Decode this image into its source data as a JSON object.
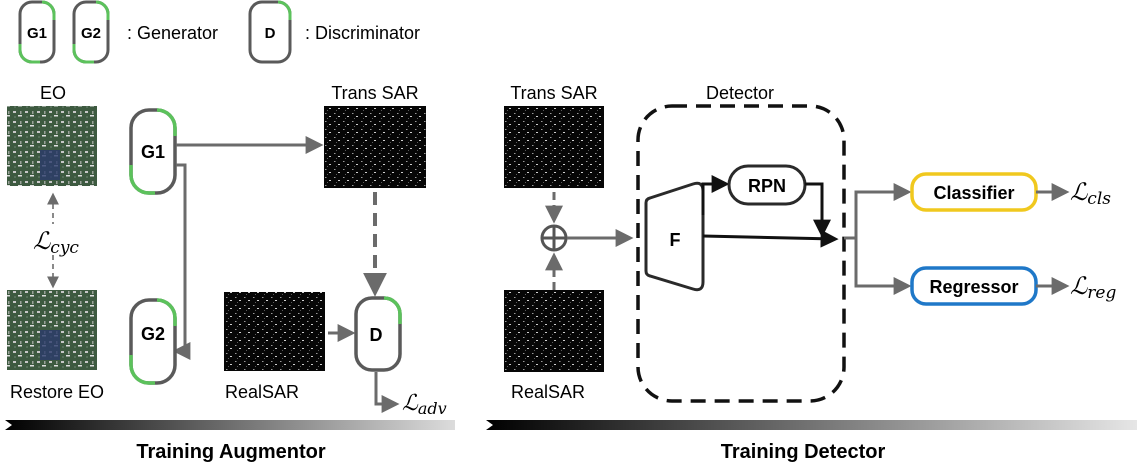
{
  "legend": {
    "generator1": "G1",
    "generator2": "G2",
    "generator_label": ": Generator",
    "discriminator": "D",
    "discriminator_label": ": Discriminator"
  },
  "augmentor": {
    "eo_label": "EO",
    "trans_sar_label": "Trans SAR",
    "g1": "G1",
    "g2": "G2",
    "d": "D",
    "cycle_loss_main": "ℒ",
    "cycle_loss_sub": "cyc",
    "restore_eo_label": "Restore EO",
    "real_sar_label": "RealSAR",
    "adv_loss_main": "ℒ",
    "adv_loss_sub": "adv",
    "section_title": "Training Augmentor"
  },
  "detector_section": {
    "trans_sar_label": "Trans SAR",
    "real_sar_label": "RealSAR",
    "detector_label": "Detector",
    "feature_extractor": "F",
    "rpn": "RPN",
    "classifier": "Classifier",
    "regressor": "Regressor",
    "cls_loss_main": "ℒ",
    "cls_loss_sub": "cls",
    "reg_loss_main": "ℒ",
    "reg_loss_sub": "reg",
    "section_title": "Training Detector"
  },
  "colors": {
    "generator_accent": "#5cc25c",
    "classifier_border": "#f0c81e",
    "regressor_border": "#1f78c8",
    "arrow": "#6b6b6b",
    "box_border": "#5a5a5a"
  }
}
